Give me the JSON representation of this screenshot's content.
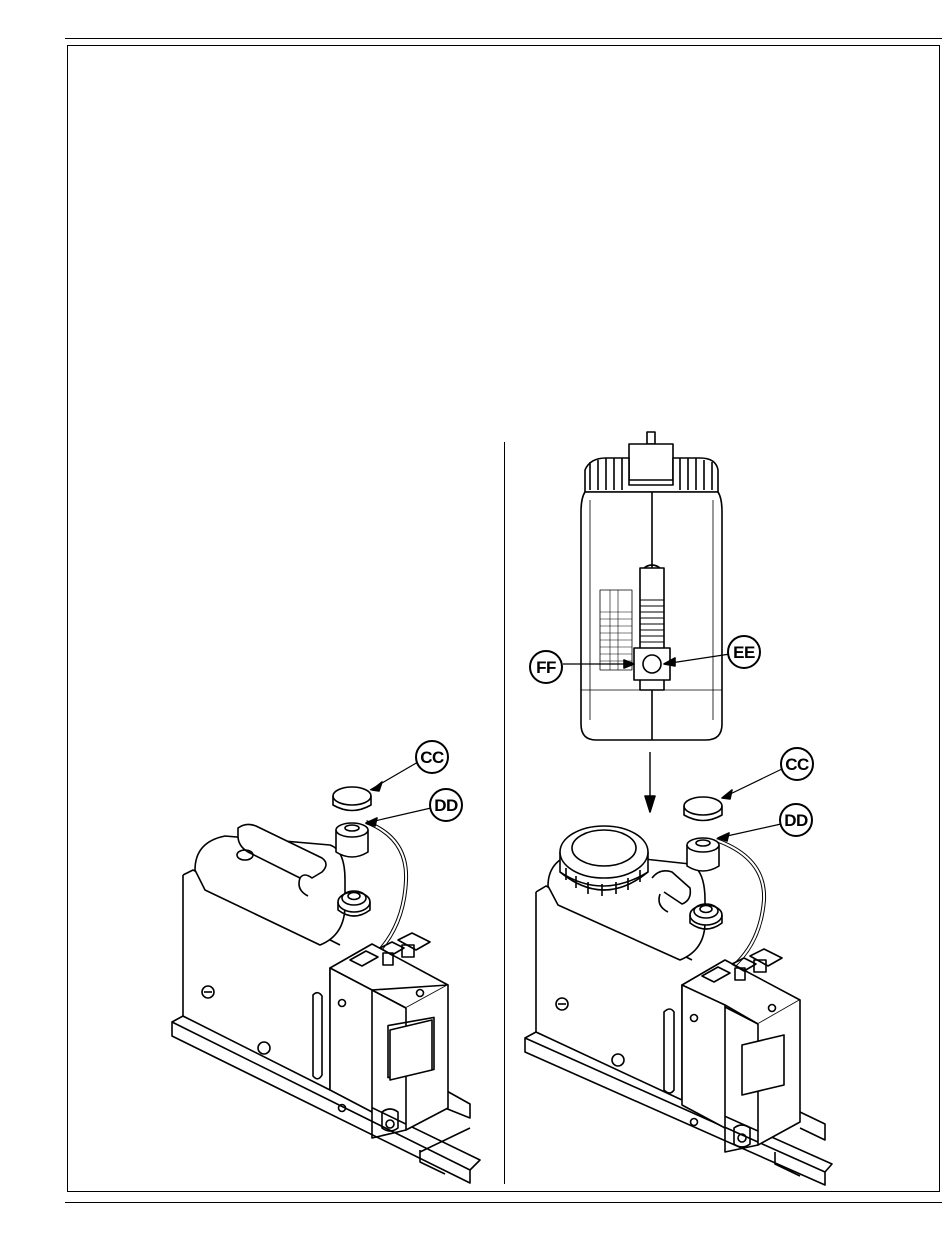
{
  "callouts": {
    "left_cc": "CC",
    "left_dd": "DD",
    "right_ee": "EE",
    "right_ff": "FF",
    "right_cc": "CC",
    "right_dd": "DD"
  }
}
